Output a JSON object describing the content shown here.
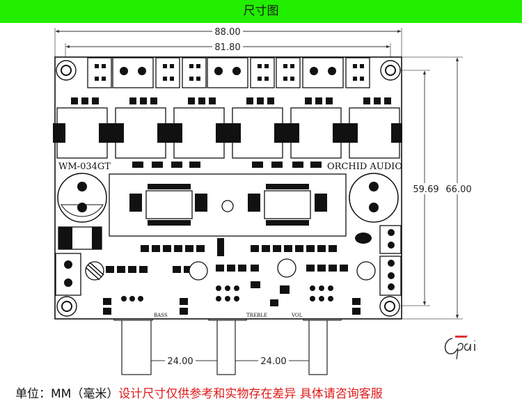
{
  "banner": {
    "title": "尺寸图",
    "color": "#22ee00"
  },
  "dimensions": {
    "overall_width": "88.00",
    "hole_spacing_width": "81.80",
    "hole_spacing_height": "59.69",
    "overall_height": "66.00",
    "pot_spacing_left": "24.00",
    "pot_spacing_right": "24.00"
  },
  "board": {
    "model": "WM-034GT",
    "brand": "ORCHID AUDIO",
    "pot_labels": {
      "bass": "BASS",
      "treble": "TREBLE",
      "vol": "VOL"
    }
  },
  "footer": {
    "unit_prefix": "单位：MM（毫米）",
    "notice": "设计尺寸仅供参考和实物存在差异 具体请咨询客服",
    "notice_color": "#e01818"
  },
  "signature_icon": "cpai-signature-logo"
}
